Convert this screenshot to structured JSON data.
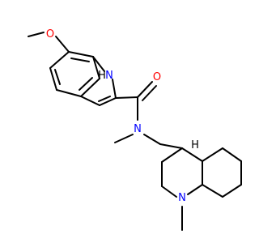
{
  "molecule": {
    "atom_labels": {
      "methoxy_oxygen": "O",
      "indole_nitrogen": "N",
      "indole_hydrogen": "H",
      "carbonyl_oxygen": "O",
      "amide_nitrogen": "N",
      "stereo_hydrogen": "H",
      "bridgehead_nitrogen": "N"
    },
    "colors": {
      "bond": "#000000",
      "oxygen": "#ff0000",
      "nitrogen": "#0000ff",
      "hydrogen": "#000000"
    }
  }
}
